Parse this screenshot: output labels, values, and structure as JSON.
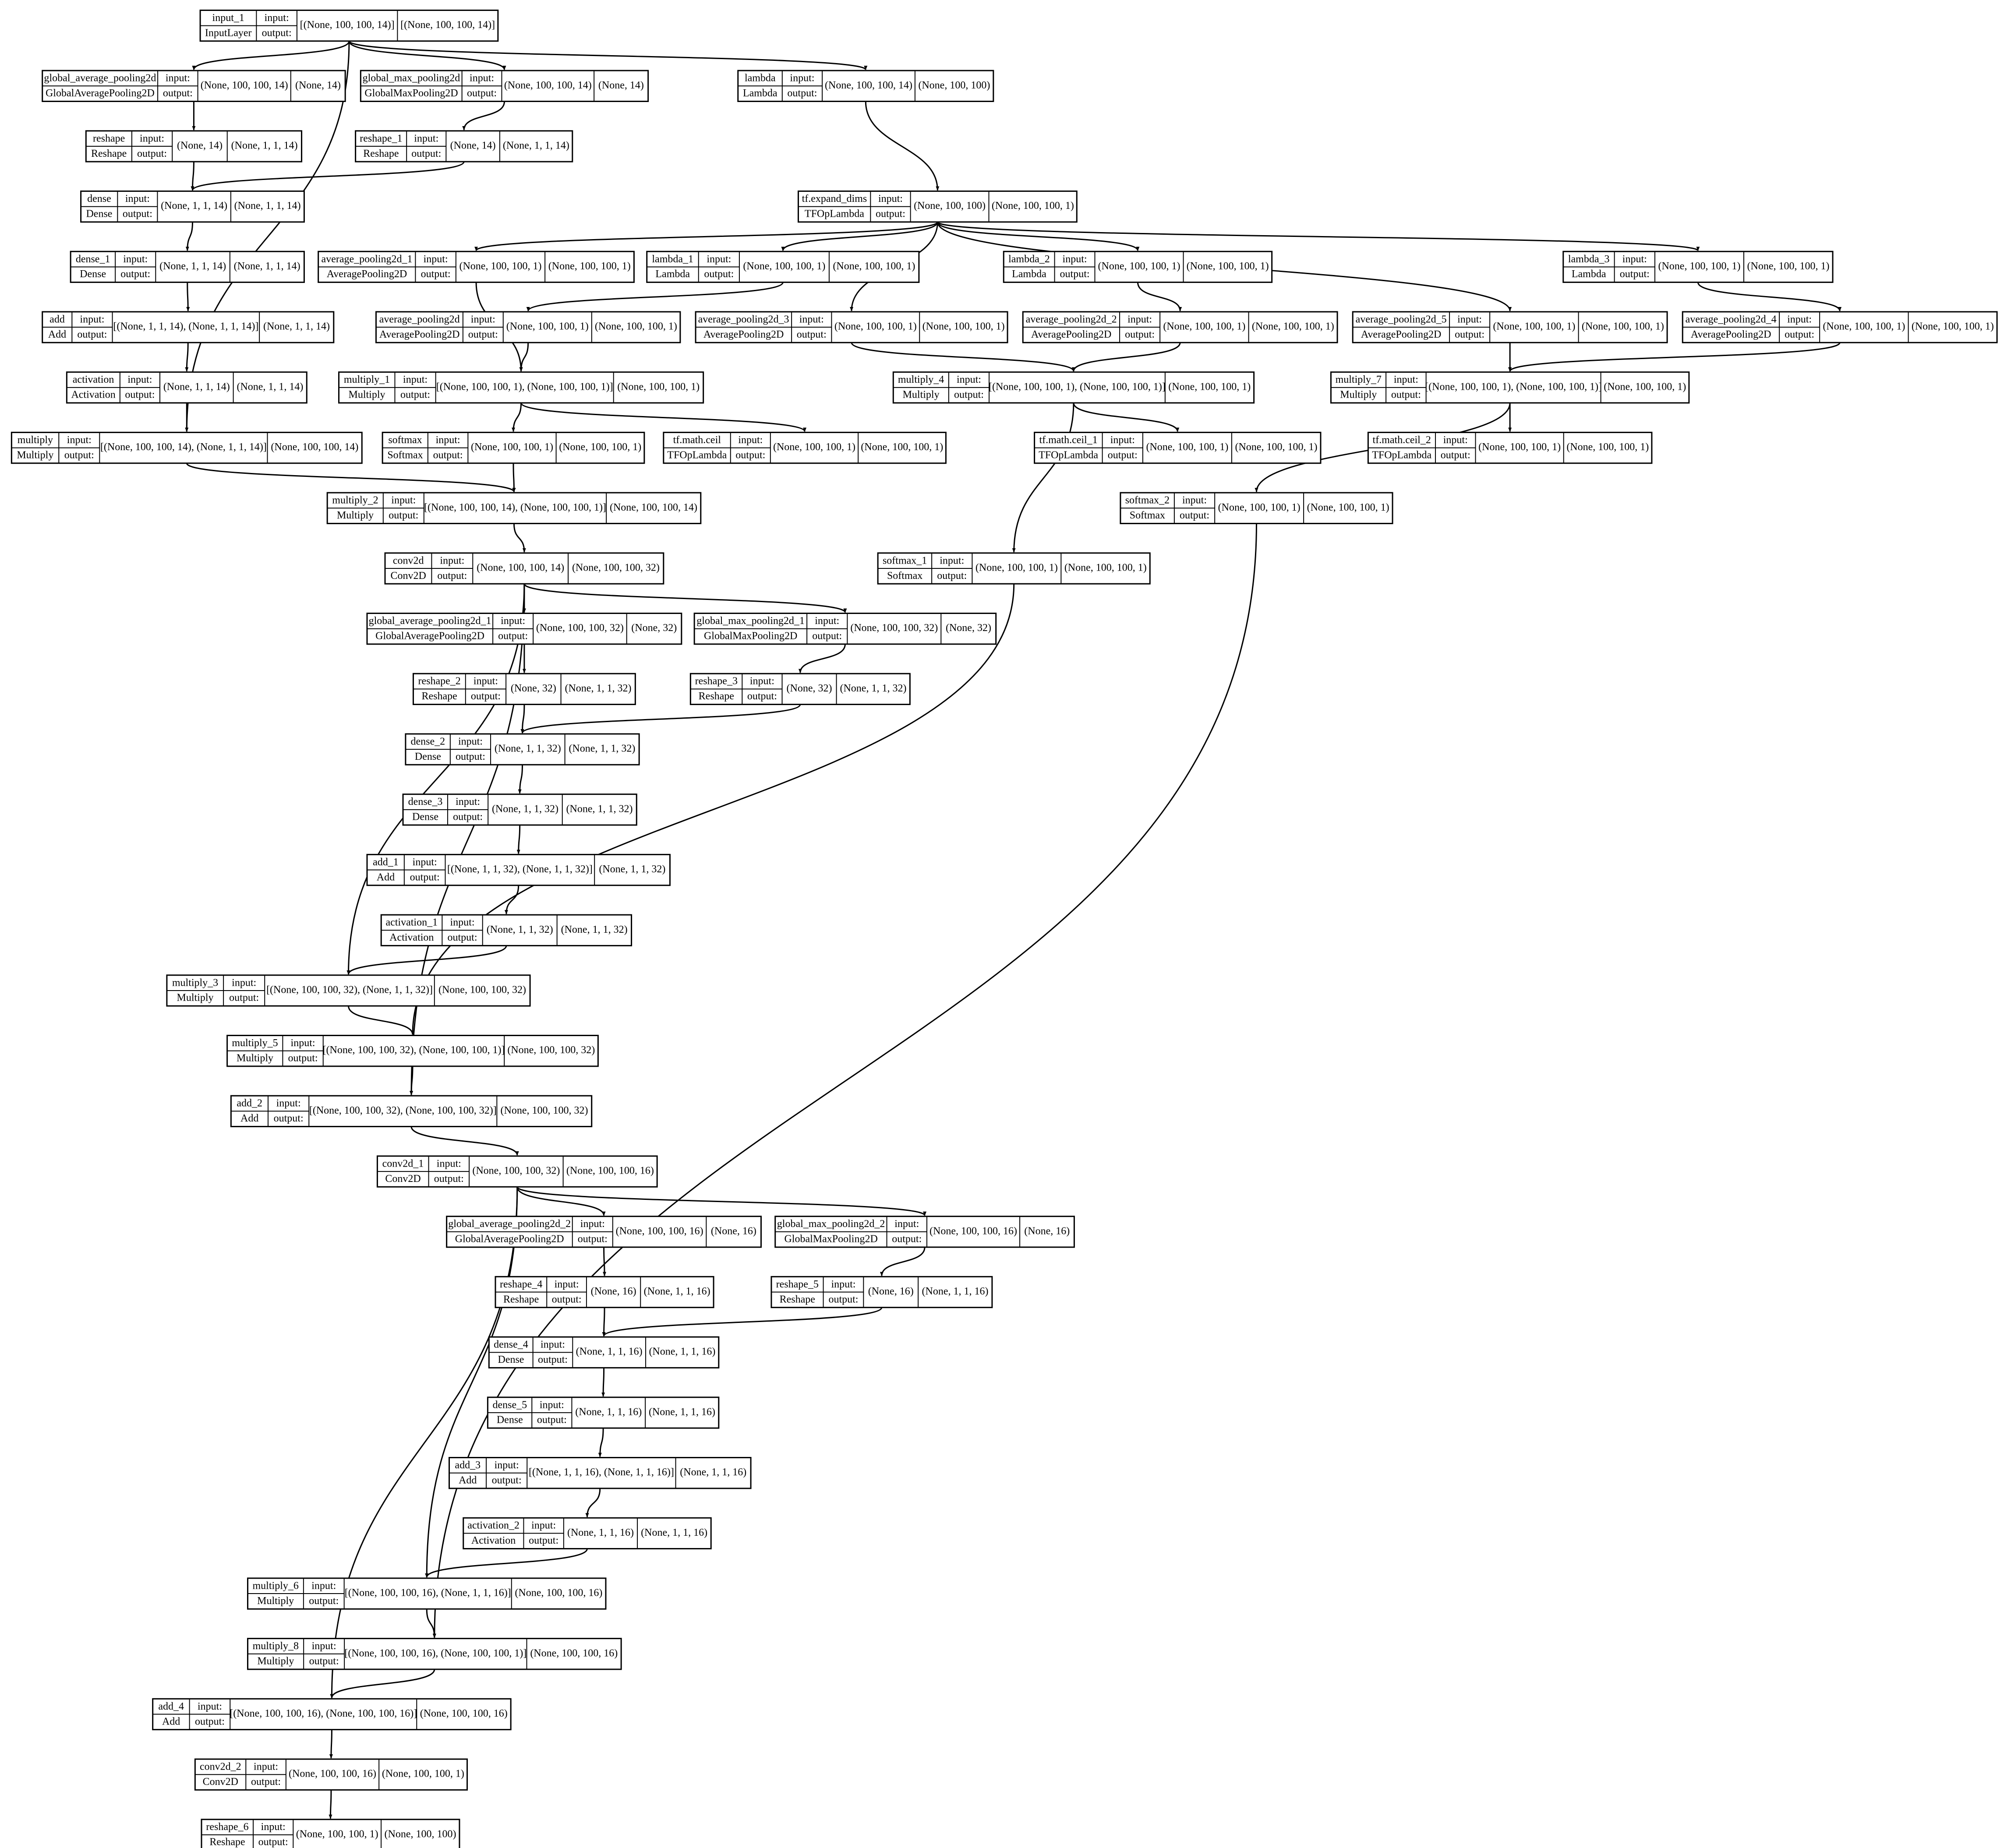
{
  "port_labels": {
    "input": "input:",
    "output": "output:"
  },
  "colors": {
    "stroke": "#000000",
    "background": "#ffffff"
  },
  "nodes": [
    {
      "id": "input_1",
      "name": "input_1",
      "type": "InputLayer",
      "input": "[(None, 100, 100, 14)]",
      "output": "[(None, 100, 100, 14)]"
    },
    {
      "id": "global_average_pooling2d",
      "name": "global_average_pooling2d",
      "type": "GlobalAveragePooling2D",
      "input": "(None, 100, 100, 14)",
      "output": "(None, 14)"
    },
    {
      "id": "global_max_pooling2d",
      "name": "global_max_pooling2d",
      "type": "GlobalMaxPooling2D",
      "input": "(None, 100, 100, 14)",
      "output": "(None, 14)"
    },
    {
      "id": "lambda",
      "name": "lambda",
      "type": "Lambda",
      "input": "(None, 100, 100, 14)",
      "output": "(None, 100, 100)"
    },
    {
      "id": "reshape",
      "name": "reshape",
      "type": "Reshape",
      "input": "(None, 14)",
      "output": "(None, 1, 1, 14)"
    },
    {
      "id": "reshape_1",
      "name": "reshape_1",
      "type": "Reshape",
      "input": "(None, 14)",
      "output": "(None, 1, 1, 14)"
    },
    {
      "id": "dense",
      "name": "dense",
      "type": "Dense",
      "input": "(None, 1, 1, 14)",
      "output": "(None, 1, 1, 14)"
    },
    {
      "id": "tf_expand_dims",
      "name": "tf.expand_dims",
      "type": "TFOpLambda",
      "input": "(None, 100, 100)",
      "output": "(None, 100, 100, 1)"
    },
    {
      "id": "dense_1",
      "name": "dense_1",
      "type": "Dense",
      "input": "(None, 1, 1, 14)",
      "output": "(None, 1, 1, 14)"
    },
    {
      "id": "average_pooling2d_1",
      "name": "average_pooling2d_1",
      "type": "AveragePooling2D",
      "input": "(None, 100, 100, 1)",
      "output": "(None, 100, 100, 1)"
    },
    {
      "id": "lambda_1",
      "name": "lambda_1",
      "type": "Lambda",
      "input": "(None, 100, 100, 1)",
      "output": "(None, 100, 100, 1)"
    },
    {
      "id": "lambda_2",
      "name": "lambda_2",
      "type": "Lambda",
      "input": "(None, 100, 100, 1)",
      "output": "(None, 100, 100, 1)"
    },
    {
      "id": "lambda_3",
      "name": "lambda_3",
      "type": "Lambda",
      "input": "(None, 100, 100, 1)",
      "output": "(None, 100, 100, 1)"
    },
    {
      "id": "add",
      "name": "add",
      "type": "Add",
      "input": "[(None, 1, 1, 14), (None, 1, 1, 14)]",
      "output": "(None, 1, 1, 14)"
    },
    {
      "id": "average_pooling2d",
      "name": "average_pooling2d",
      "type": "AveragePooling2D",
      "input": "(None, 100, 100, 1)",
      "output": "(None, 100, 100, 1)"
    },
    {
      "id": "average_pooling2d_3",
      "name": "average_pooling2d_3",
      "type": "AveragePooling2D",
      "input": "(None, 100, 100, 1)",
      "output": "(None, 100, 100, 1)"
    },
    {
      "id": "average_pooling2d_2",
      "name": "average_pooling2d_2",
      "type": "AveragePooling2D",
      "input": "(None, 100, 100, 1)",
      "output": "(None, 100, 100, 1)"
    },
    {
      "id": "average_pooling2d_5",
      "name": "average_pooling2d_5",
      "type": "AveragePooling2D",
      "input": "(None, 100, 100, 1)",
      "output": "(None, 100, 100, 1)"
    },
    {
      "id": "average_pooling2d_4",
      "name": "average_pooling2d_4",
      "type": "AveragePooling2D",
      "input": "(None, 100, 100, 1)",
      "output": "(None, 100, 100, 1)"
    },
    {
      "id": "activation",
      "name": "activation",
      "type": "Activation",
      "input": "(None, 1, 1, 14)",
      "output": "(None, 1, 1, 14)"
    },
    {
      "id": "multiply_1",
      "name": "multiply_1",
      "type": "Multiply",
      "input": "[(None, 100, 100, 1), (None, 100, 100, 1)]",
      "output": "(None, 100, 100, 1)"
    },
    {
      "id": "multiply_4",
      "name": "multiply_4",
      "type": "Multiply",
      "input": "[(None, 100, 100, 1), (None, 100, 100, 1)]",
      "output": "(None, 100, 100, 1)"
    },
    {
      "id": "multiply_7",
      "name": "multiply_7",
      "type": "Multiply",
      "input": "[(None, 100, 100, 1), (None, 100, 100, 1)]",
      "output": "(None, 100, 100, 1)"
    },
    {
      "id": "multiply",
      "name": "multiply",
      "type": "Multiply",
      "input": "[(None, 100, 100, 14), (None, 1, 1, 14)]",
      "output": "(None, 100, 100, 14)"
    },
    {
      "id": "softmax",
      "name": "softmax",
      "type": "Softmax",
      "input": "(None, 100, 100, 1)",
      "output": "(None, 100, 100, 1)"
    },
    {
      "id": "tf_math_ceil",
      "name": "tf.math.ceil",
      "type": "TFOpLambda",
      "input": "(None, 100, 100, 1)",
      "output": "(None, 100, 100, 1)"
    },
    {
      "id": "tf_math_ceil_1",
      "name": "tf.math.ceil_1",
      "type": "TFOpLambda",
      "input": "(None, 100, 100, 1)",
      "output": "(None, 100, 100, 1)"
    },
    {
      "id": "tf_math_ceil_2",
      "name": "tf.math.ceil_2",
      "type": "TFOpLambda",
      "input": "(None, 100, 100, 1)",
      "output": "(None, 100, 100, 1)"
    },
    {
      "id": "multiply_2",
      "name": "multiply_2",
      "type": "Multiply",
      "input": "[(None, 100, 100, 14), (None, 100, 100, 1)]",
      "output": "(None, 100, 100, 14)"
    },
    {
      "id": "softmax_2",
      "name": "softmax_2",
      "type": "Softmax",
      "input": "(None, 100, 100, 1)",
      "output": "(None, 100, 100, 1)"
    },
    {
      "id": "conv2d",
      "name": "conv2d",
      "type": "Conv2D",
      "input": "(None, 100, 100, 14)",
      "output": "(None, 100, 100, 32)"
    },
    {
      "id": "softmax_1",
      "name": "softmax_1",
      "type": "Softmax",
      "input": "(None, 100, 100, 1)",
      "output": "(None, 100, 100, 1)"
    },
    {
      "id": "global_average_pooling2d_1",
      "name": "global_average_pooling2d_1",
      "type": "GlobalAveragePooling2D",
      "input": "(None, 100, 100, 32)",
      "output": "(None, 32)"
    },
    {
      "id": "global_max_pooling2d_1",
      "name": "global_max_pooling2d_1",
      "type": "GlobalMaxPooling2D",
      "input": "(None, 100, 100, 32)",
      "output": "(None, 32)"
    },
    {
      "id": "reshape_2",
      "name": "reshape_2",
      "type": "Reshape",
      "input": "(None, 32)",
      "output": "(None, 1, 1, 32)"
    },
    {
      "id": "reshape_3",
      "name": "reshape_3",
      "type": "Reshape",
      "input": "(None, 32)",
      "output": "(None, 1, 1, 32)"
    },
    {
      "id": "dense_2",
      "name": "dense_2",
      "type": "Dense",
      "input": "(None, 1, 1, 32)",
      "output": "(None, 1, 1, 32)"
    },
    {
      "id": "dense_3",
      "name": "dense_3",
      "type": "Dense",
      "input": "(None, 1, 1, 32)",
      "output": "(None, 1, 1, 32)"
    },
    {
      "id": "add_1",
      "name": "add_1",
      "type": "Add",
      "input": "[(None, 1, 1, 32), (None, 1, 1, 32)]",
      "output": "(None, 1, 1, 32)"
    },
    {
      "id": "activation_1",
      "name": "activation_1",
      "type": "Activation",
      "input": "(None, 1, 1, 32)",
      "output": "(None, 1, 1, 32)"
    },
    {
      "id": "multiply_3",
      "name": "multiply_3",
      "type": "Multiply",
      "input": "[(None, 100, 100, 32), (None, 1, 1, 32)]",
      "output": "(None, 100, 100, 32)"
    },
    {
      "id": "multiply_5",
      "name": "multiply_5",
      "type": "Multiply",
      "input": "[(None, 100, 100, 32), (None, 100, 100, 1)]",
      "output": "(None, 100, 100, 32)"
    },
    {
      "id": "add_2",
      "name": "add_2",
      "type": "Add",
      "input": "[(None, 100, 100, 32), (None, 100, 100, 32)]",
      "output": "(None, 100, 100, 32)"
    },
    {
      "id": "conv2d_1",
      "name": "conv2d_1",
      "type": "Conv2D",
      "input": "(None, 100, 100, 32)",
      "output": "(None, 100, 100, 16)"
    },
    {
      "id": "global_average_pooling2d_2",
      "name": "global_average_pooling2d_2",
      "type": "GlobalAveragePooling2D",
      "input": "(None, 100, 100, 16)",
      "output": "(None, 16)"
    },
    {
      "id": "global_max_pooling2d_2",
      "name": "global_max_pooling2d_2",
      "type": "GlobalMaxPooling2D",
      "input": "(None, 100, 100, 16)",
      "output": "(None, 16)"
    },
    {
      "id": "reshape_4",
      "name": "reshape_4",
      "type": "Reshape",
      "input": "(None, 16)",
      "output": "(None, 1, 1, 16)"
    },
    {
      "id": "reshape_5",
      "name": "reshape_5",
      "type": "Reshape",
      "input": "(None, 16)",
      "output": "(None, 1, 1, 16)"
    },
    {
      "id": "dense_4",
      "name": "dense_4",
      "type": "Dense",
      "input": "(None, 1, 1, 16)",
      "output": "(None, 1, 1, 16)"
    },
    {
      "id": "dense_5",
      "name": "dense_5",
      "type": "Dense",
      "input": "(None, 1, 1, 16)",
      "output": "(None, 1, 1, 16)"
    },
    {
      "id": "add_3",
      "name": "add_3",
      "type": "Add",
      "input": "[(None, 1, 1, 16), (None, 1, 1, 16)]",
      "output": "(None, 1, 1, 16)"
    },
    {
      "id": "activation_2",
      "name": "activation_2",
      "type": "Activation",
      "input": "(None, 1, 1, 16)",
      "output": "(None, 1, 1, 16)"
    },
    {
      "id": "multiply_6",
      "name": "multiply_6",
      "type": "Multiply",
      "input": "[(None, 100, 100, 16), (None, 1, 1, 16)]",
      "output": "(None, 100, 100, 16)"
    },
    {
      "id": "multiply_8",
      "name": "multiply_8",
      "type": "Multiply",
      "input": "[(None, 100, 100, 16), (None, 100, 100, 1)]",
      "output": "(None, 100, 100, 16)"
    },
    {
      "id": "add_4",
      "name": "add_4",
      "type": "Add",
      "input": "[(None, 100, 100, 16), (None, 100, 100, 16)]",
      "output": "(None, 100, 100, 16)"
    },
    {
      "id": "conv2d_2",
      "name": "conv2d_2",
      "type": "Conv2D",
      "input": "(None, 100, 100, 16)",
      "output": "(None, 100, 100, 1)"
    },
    {
      "id": "reshape_6",
      "name": "reshape_6",
      "type": "Reshape",
      "input": "(None, 100, 100, 1)",
      "output": "(None, 100, 100)"
    }
  ],
  "edges": [
    [
      "input_1",
      "global_average_pooling2d"
    ],
    [
      "input_1",
      "global_max_pooling2d"
    ],
    [
      "input_1",
      "lambda"
    ],
    [
      "input_1",
      "multiply"
    ],
    [
      "global_average_pooling2d",
      "reshape"
    ],
    [
      "global_max_pooling2d",
      "reshape_1"
    ],
    [
      "reshape",
      "dense"
    ],
    [
      "reshape_1",
      "dense"
    ],
    [
      "dense",
      "dense_1"
    ],
    [
      "dense_1",
      "add"
    ],
    [
      "add",
      "activation"
    ],
    [
      "activation",
      "multiply"
    ],
    [
      "lambda",
      "tf_expand_dims"
    ],
    [
      "tf_expand_dims",
      "average_pooling2d_1"
    ],
    [
      "tf_expand_dims",
      "lambda_1"
    ],
    [
      "tf_expand_dims",
      "average_pooling2d_3"
    ],
    [
      "tf_expand_dims",
      "lambda_2"
    ],
    [
      "tf_expand_dims",
      "average_pooling2d_5"
    ],
    [
      "tf_expand_dims",
      "lambda_3"
    ],
    [
      "lambda_1",
      "average_pooling2d"
    ],
    [
      "lambda_2",
      "average_pooling2d_2"
    ],
    [
      "lambda_3",
      "average_pooling2d_4"
    ],
    [
      "average_pooling2d_1",
      "multiply_1"
    ],
    [
      "average_pooling2d",
      "multiply_1"
    ],
    [
      "average_pooling2d_3",
      "multiply_4"
    ],
    [
      "average_pooling2d_2",
      "multiply_4"
    ],
    [
      "average_pooling2d_5",
      "multiply_7"
    ],
    [
      "average_pooling2d_4",
      "multiply_7"
    ],
    [
      "multiply_1",
      "softmax"
    ],
    [
      "multiply_1",
      "tf_math_ceil"
    ],
    [
      "multiply_4",
      "tf_math_ceil_1"
    ],
    [
      "multiply_4",
      "softmax_1"
    ],
    [
      "multiply_7",
      "tf_math_ceil_2"
    ],
    [
      "multiply_7",
      "softmax_2"
    ],
    [
      "multiply",
      "multiply_2"
    ],
    [
      "softmax",
      "multiply_2"
    ],
    [
      "multiply_2",
      "conv2d"
    ],
    [
      "conv2d",
      "global_average_pooling2d_1"
    ],
    [
      "conv2d",
      "global_max_pooling2d_1"
    ],
    [
      "conv2d",
      "multiply_3"
    ],
    [
      "conv2d",
      "add_2"
    ],
    [
      "global_average_pooling2d_1",
      "reshape_2"
    ],
    [
      "global_max_pooling2d_1",
      "reshape_3"
    ],
    [
      "reshape_2",
      "dense_2"
    ],
    [
      "reshape_3",
      "dense_2"
    ],
    [
      "dense_2",
      "dense_3"
    ],
    [
      "dense_3",
      "add_1"
    ],
    [
      "add_1",
      "activation_1"
    ],
    [
      "activation_1",
      "multiply_3"
    ],
    [
      "multiply_3",
      "multiply_5"
    ],
    [
      "softmax_1",
      "multiply_5"
    ],
    [
      "multiply_5",
      "add_2"
    ],
    [
      "add_2",
      "conv2d_1"
    ],
    [
      "conv2d_1",
      "global_average_pooling2d_2"
    ],
    [
      "conv2d_1",
      "global_max_pooling2d_2"
    ],
    [
      "conv2d_1",
      "multiply_6"
    ],
    [
      "conv2d_1",
      "add_4"
    ],
    [
      "global_average_pooling2d_2",
      "reshape_4"
    ],
    [
      "global_max_pooling2d_2",
      "reshape_5"
    ],
    [
      "reshape_4",
      "dense_4"
    ],
    [
      "reshape_5",
      "dense_4"
    ],
    [
      "dense_4",
      "dense_5"
    ],
    [
      "dense_5",
      "add_3"
    ],
    [
      "add_3",
      "activation_2"
    ],
    [
      "activation_2",
      "multiply_6"
    ],
    [
      "multiply_6",
      "multiply_8"
    ],
    [
      "softmax_2",
      "multiply_8"
    ],
    [
      "multiply_8",
      "add_4"
    ],
    [
      "add_4",
      "conv2d_2"
    ],
    [
      "conv2d_2",
      "reshape_6"
    ]
  ]
}
